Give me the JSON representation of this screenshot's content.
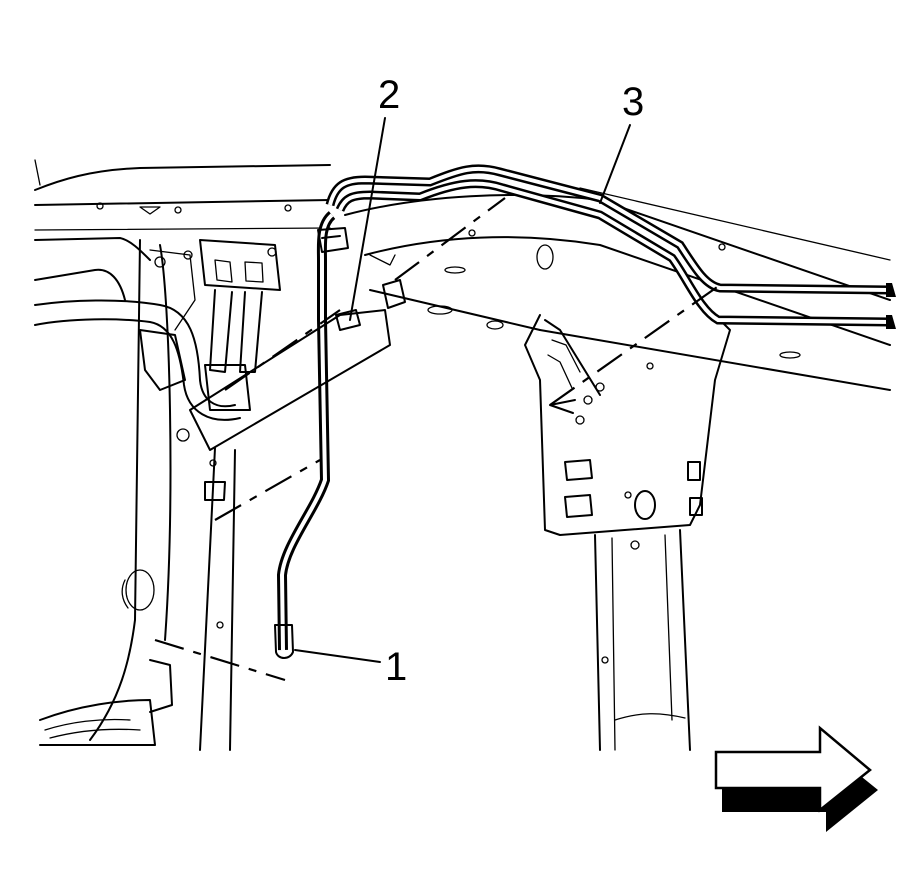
{
  "callouts": [
    {
      "label": "1"
    },
    {
      "label": "2"
    },
    {
      "label": "3"
    }
  ],
  "icons": {
    "direction": "right-arrow-icon"
  }
}
